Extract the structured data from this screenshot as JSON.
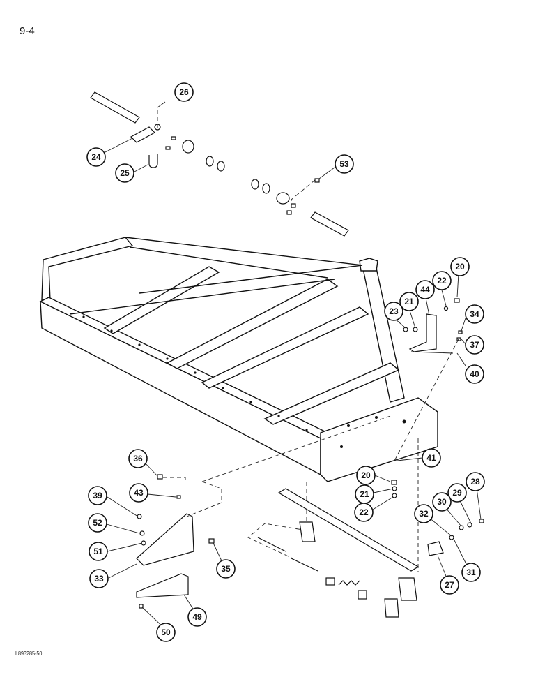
{
  "page": {
    "number": "9-4",
    "figure_ref": "L893285-50"
  },
  "callouts": [
    "20",
    "20",
    "21",
    "21",
    "22",
    "22",
    "23",
    "24",
    "25",
    "26",
    "27",
    "28",
    "29",
    "30",
    "31",
    "32",
    "33",
    "34",
    "35",
    "36",
    "37",
    "39",
    "40",
    "41",
    "43",
    "44",
    "49",
    "50",
    "51",
    "52",
    "53"
  ]
}
